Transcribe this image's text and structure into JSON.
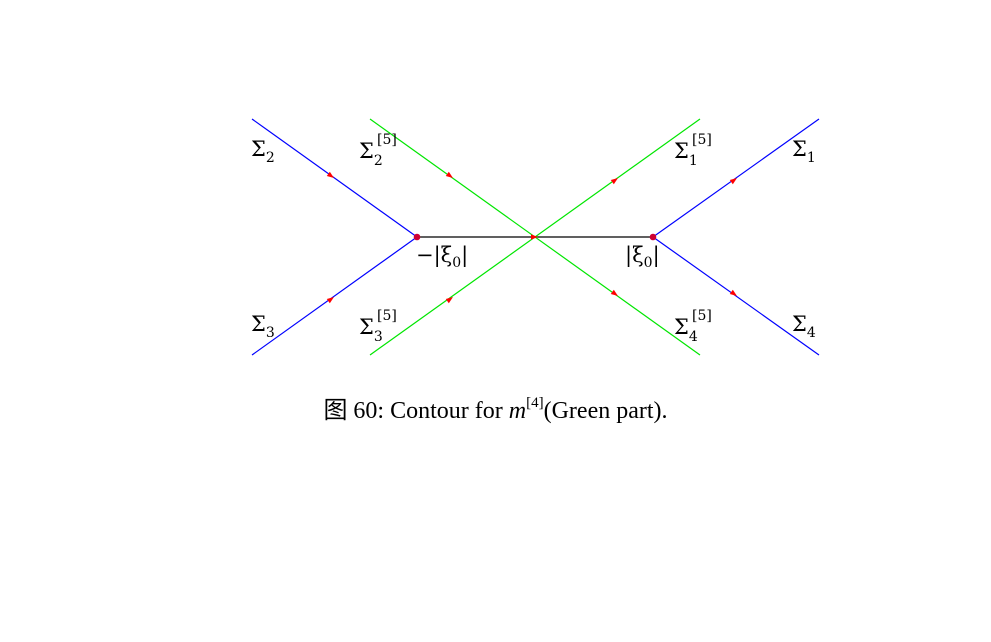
{
  "diagram": {
    "colors": {
      "blue": "#0000ff",
      "green": "#00e600",
      "black": "#000000",
      "arrow": "#ff0000",
      "point": "#cc0033"
    },
    "labels": {
      "sigma_1": {
        "base": "Σ",
        "sub": "1"
      },
      "sigma_2": {
        "base": "Σ",
        "sub": "2"
      },
      "sigma_3": {
        "base": "Σ",
        "sub": "3"
      },
      "sigma_4": {
        "base": "Σ",
        "sub": "4"
      },
      "sigma5_1": {
        "base": "Σ",
        "sub": "1",
        "sup": "[5]"
      },
      "sigma5_2": {
        "base": "Σ",
        "sub": "2",
        "sup": "[5]"
      },
      "sigma5_3": {
        "base": "Σ",
        "sub": "3",
        "sup": "[5]"
      },
      "sigma5_4": {
        "base": "Σ",
        "sub": "4",
        "sup": "[5]"
      },
      "xi_neg": {
        "pre": "−|ξ",
        "sub": "0",
        "post": "|"
      },
      "xi_pos": {
        "pre": "|ξ",
        "sub": "0",
        "post": "|"
      }
    }
  },
  "caption": {
    "prefix": "图 60: Contour for ",
    "var": "m",
    "sup": "[4]",
    "suffix": "(Green part)."
  }
}
